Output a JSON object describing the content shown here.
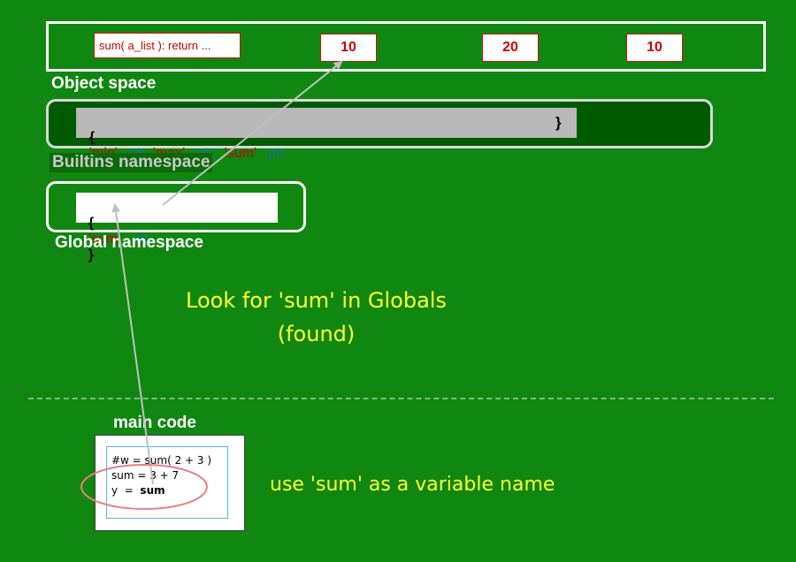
{
  "object_space": {
    "label": "Object space",
    "function_cell": "sum( a_list ):  return ...",
    "values": [
      "10",
      "20",
      "10"
    ]
  },
  "builtins": {
    "label": "Builtins namespace",
    "open_brace": "{",
    "entries": [
      {
        "key": "'min'",
        "sep": " : ",
        "val": "ptr",
        "comma": ", "
      },
      {
        "key": "'max'",
        "sep": " : ",
        "val": "ptr",
        "comma": ",  "
      },
      {
        "key": "'sum'",
        "sep": " : ",
        "val": "ptr",
        "comma": ""
      }
    ],
    "close_brace": "}"
  },
  "globals": {
    "label": "Global namespace",
    "open_brace": "{",
    "key": "'sum'",
    "sep": " : ",
    "val": "ptr",
    "close_brace": "}"
  },
  "note_lookup": {
    "line1": "Look for 'sum' in Globals",
    "line2": "(found)"
  },
  "main_code": {
    "label": "main code",
    "line1": "#w = sum( 2 + 3 )",
    "line2": "sum = 3 + 7",
    "line3_prefix": "y  =  ",
    "line3_bold": "sum"
  },
  "note_variable": "use 'sum' as a variable name",
  "colors": {
    "background": "#108710",
    "builtins_box": "#005a00",
    "note_text": "#ffff33",
    "arrow": "#c0c0c0",
    "ellipse": "#e88080"
  }
}
